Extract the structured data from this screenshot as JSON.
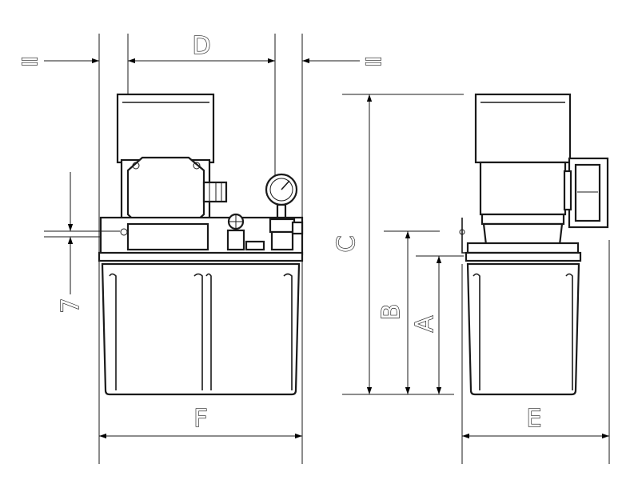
{
  "dimensions": {
    "A": "A",
    "B": "B",
    "C": "C",
    "D": "D",
    "E": "E",
    "F": "F",
    "seven": "7",
    "equal_left": "=",
    "equal_right": "="
  }
}
